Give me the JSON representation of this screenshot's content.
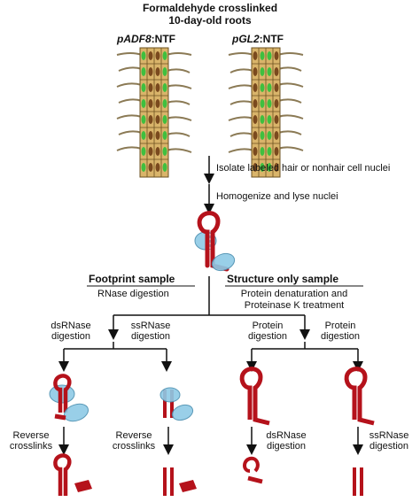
{
  "header": {
    "line1": "Formaldehyde crosslinked",
    "line2": "10-day-old roots"
  },
  "roots": [
    {
      "promoter": "pADF8",
      "suffix": ":NTF"
    },
    {
      "promoter": "pGL2",
      "suffix": ":NTF"
    }
  ],
  "steps": {
    "isolate": "Isolate labeled hair or nonhair cell nuclei",
    "homogenize": "Homogenize and lyse nuclei"
  },
  "branches": {
    "footprint": {
      "title": "Footprint sample",
      "subtitle": "RNase digestion",
      "left": [
        "dsRNase",
        "digestion"
      ],
      "right": [
        "ssRNase",
        "digestion"
      ],
      "reverse_left": [
        "Reverse",
        "crosslinks"
      ],
      "reverse_right": [
        "Reverse",
        "crosslinks"
      ]
    },
    "structure": {
      "title": "Structure only sample",
      "subtitle": [
        "Protein denaturation and",
        "Proteinase K treatment"
      ],
      "left": [
        "Protein",
        "digestion"
      ],
      "right": [
        "Protein",
        "digestion"
      ],
      "after_left": [
        "dsRNase",
        "digestion"
      ],
      "after_right": [
        "ssRNase",
        "digestion"
      ]
    }
  },
  "colors": {
    "rna": "#b5121b",
    "protein": "#8ecae6",
    "cell_fill": "#d9b46a",
    "nucleus_green": "#3fbf3f",
    "nucleus_brown": "#7a4a1e"
  }
}
